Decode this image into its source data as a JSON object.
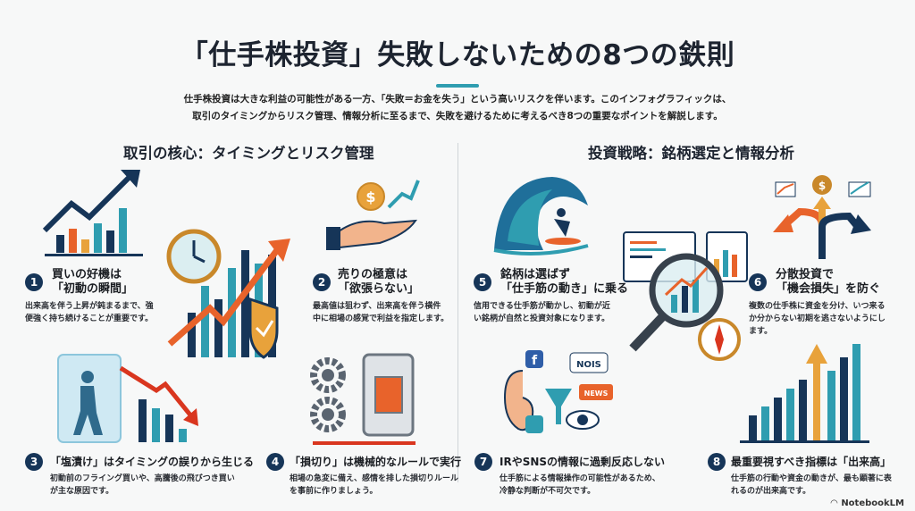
{
  "title": "「仕手株投資」失敗しないための8つの鉄則",
  "intro": [
    "仕手株投資は大きな利益の可能性がある一方、「失敗＝お金を失う」という高いリスクを伴います。このインフォグラフィックは、",
    "取引のタイミングからリスク管理、情報分析に至るまで、失敗を避けるために考えるべき8つの重要なポイントを解説します。"
  ],
  "sections": [
    "取引の核心：タイミングとリスク管理",
    "投資戦略：銘柄選定と情報分析"
  ],
  "items": [
    {
      "num": "1",
      "title": [
        "買いの好機は",
        "「初動の瞬間」"
      ],
      "desc": [
        "出来高を伴う上昇が鈍まるまで、強",
        "便強く持ち続けることが重要です。"
      ]
    },
    {
      "num": "2",
      "title": [
        "売りの極意は",
        "「欲張らない」"
      ],
      "desc": [
        "最高値は狙わず、出来高を伴う横件",
        "中に相場の感覚で利益を指定します。"
      ]
    },
    {
      "num": "3",
      "title": [
        "「塩漬け」はタイミングの誤りから生じる"
      ],
      "desc": [
        "初動前のフライング買いや、高騰後の飛びつき買い",
        "が主な原因です。"
      ]
    },
    {
      "num": "4",
      "title": [
        "「損切り」は機械的なルールで実行"
      ],
      "desc": [
        "相場の急変に備え、感情を排した損切りルール",
        "を事前に作りましょう。"
      ]
    },
    {
      "num": "5",
      "title": [
        "銘柄は選ばず",
        "「仕手筋の動き」に乗る"
      ],
      "desc": [
        "信用できる仕手筋が動かし、初動が近",
        "い銘柄が自然と投資対象になります。"
      ]
    },
    {
      "num": "6",
      "title": [
        "分散投資で",
        "「機会損失」を防ぐ"
      ],
      "desc": [
        "複数の仕手株に資金を分け、いつ来る",
        "か分からない初期を逃さないようにし",
        "ます。"
      ]
    },
    {
      "num": "7",
      "title": [
        "IRやSNSの情報に過剰反応しない"
      ],
      "desc": [
        "仕手筋による情報操作の可能性があるため、",
        "冷静な判断が不可欠です。"
      ]
    },
    {
      "num": "8",
      "title": [
        "最重要視すべき指標は「出来高」"
      ],
      "desc": [
        "仕手筋の行動や資金の動きが、最も顕著に表",
        "れるのが出来高です。"
      ]
    }
  ],
  "illus": {
    "money": "$",
    "sns": [
      "f",
      "NOIS",
      "NEWS"
    ]
  },
  "brand": "NotebookLM",
  "colors": {
    "navy": "#163558",
    "teal": "#2f9db0",
    "orange": "#e8632b"
  }
}
